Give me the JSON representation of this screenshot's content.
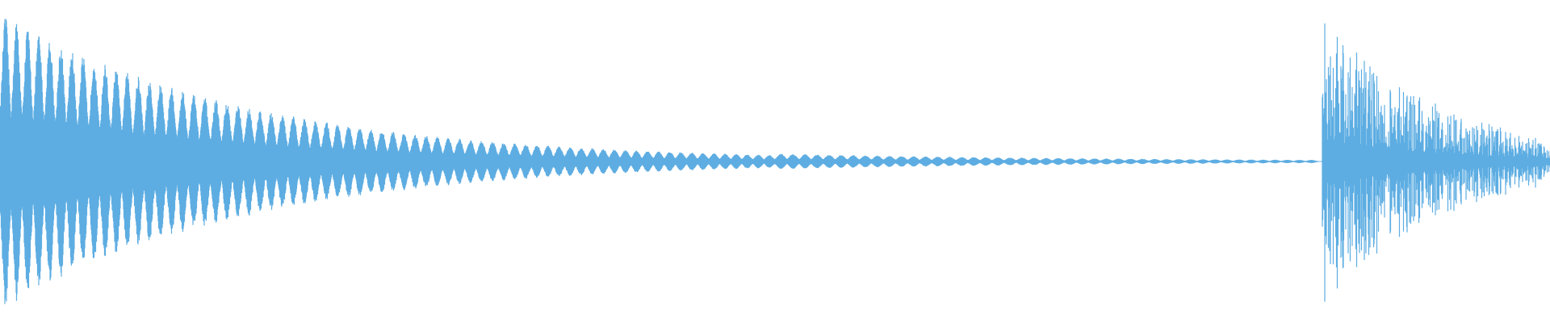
{
  "waveform": {
    "color": "#5dade2",
    "background": "#ffffff",
    "channels": 1,
    "peak_amplitude": 0.95,
    "segments": [
      {
        "name": "decaying-tone",
        "start": 0.0,
        "end": 0.5,
        "start_amplitude": 0.95,
        "end_amplitude": 0.04,
        "pulses": 70
      },
      {
        "name": "faint-tone-tail",
        "start": 0.5,
        "end": 0.85,
        "start_amplitude": 0.05,
        "end_amplitude": 0.01,
        "pulses": 45
      },
      {
        "name": "noise-burst",
        "start": 0.853,
        "end": 1.0,
        "start_amplitude": 0.97,
        "end_amplitude": 0.15,
        "pulses": 0
      }
    ]
  }
}
